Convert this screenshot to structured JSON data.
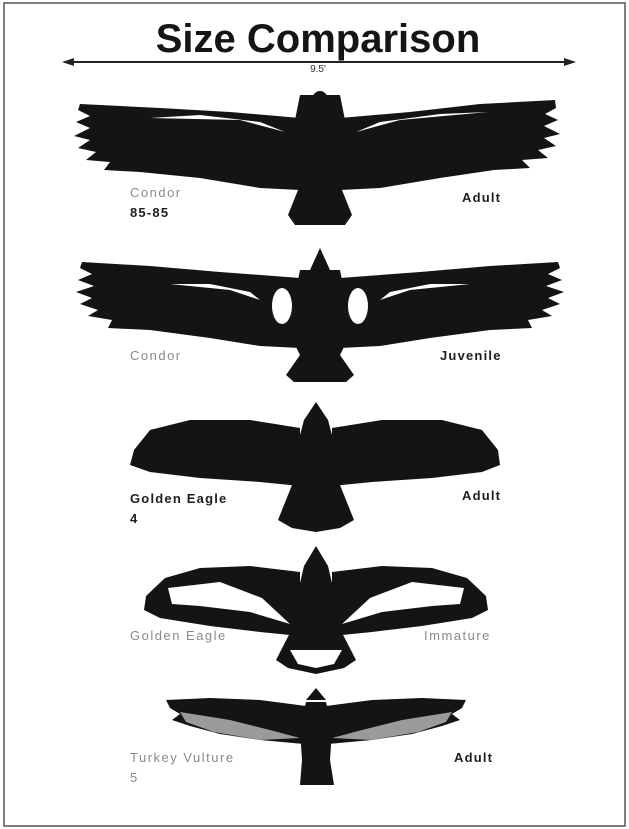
{
  "title": "Size Comparison",
  "scale_label": "9.5'",
  "birds": [
    {
      "name": "Condor",
      "number": "85-85",
      "age": "Adult"
    },
    {
      "name": "Condor",
      "number": "",
      "age": "Juvenile"
    },
    {
      "name": "Golden Eagle",
      "number": "4",
      "age": "Adult"
    },
    {
      "name": "Golden Eagle",
      "number": "",
      "age": "Immature"
    },
    {
      "name": "Turkey Vulture",
      "number": "5",
      "age": "Adult"
    }
  ],
  "colors": {
    "silhouette": "#141414",
    "background": "#ffffff",
    "label_gray": "#8a8a8a"
  }
}
